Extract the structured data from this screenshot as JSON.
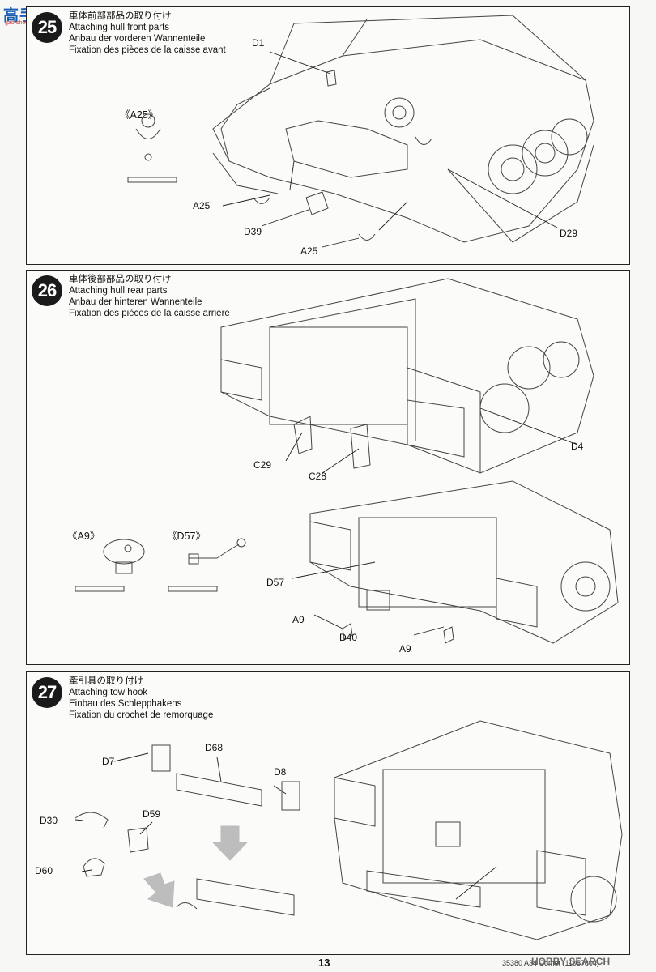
{
  "logo": {
    "text": "高手网",
    "url_text": "gao-shou.com"
  },
  "steps": [
    {
      "number": "25",
      "jp": "車体前部部品の取り付け",
      "en": "Attaching hull front parts",
      "de": "Anbau der vorderen Wannenteile",
      "fr": "Fixation des pièces de la caisse avant"
    },
    {
      "number": "26",
      "jp": "車体後部部品の取り付け",
      "en": "Attaching hull rear parts",
      "de": "Anbau der hinteren Wannenteile",
      "fr": "Fixation des pièces de la caisse arrière"
    },
    {
      "number": "27",
      "jp": "牽引具の取り付け",
      "en": "Attaching tow hook",
      "de": "Einbau des Schlepphakens",
      "fr": "Fixation du crochet de remorquage"
    }
  ],
  "labels": {
    "s25_d1": "D1",
    "s25_a25_top": "《A25》",
    "s25_a25_a": "A25",
    "s25_d39": "D39",
    "s25_a25_b": "A25",
    "s25_d29": "D29",
    "s26_d4": "D4",
    "s26_c29": "C29",
    "s26_c28": "C28",
    "s26_a9_sub": "《A9》",
    "s26_d57_sub": "《D57》",
    "s26_d57": "D57",
    "s26_a9_a": "A9",
    "s26_d40": "D40",
    "s26_a9_b": "A9",
    "s27_d7": "D7",
    "s27_d68": "D68",
    "s27_d8": "D8",
    "s27_d30": "D30",
    "s27_d59": "D59",
    "s27_d60": "D60"
  },
  "footer": {
    "page_number": "13",
    "code": "35380 A34 Comet (11057804)",
    "watermark": "HOBBY SEARCH"
  }
}
